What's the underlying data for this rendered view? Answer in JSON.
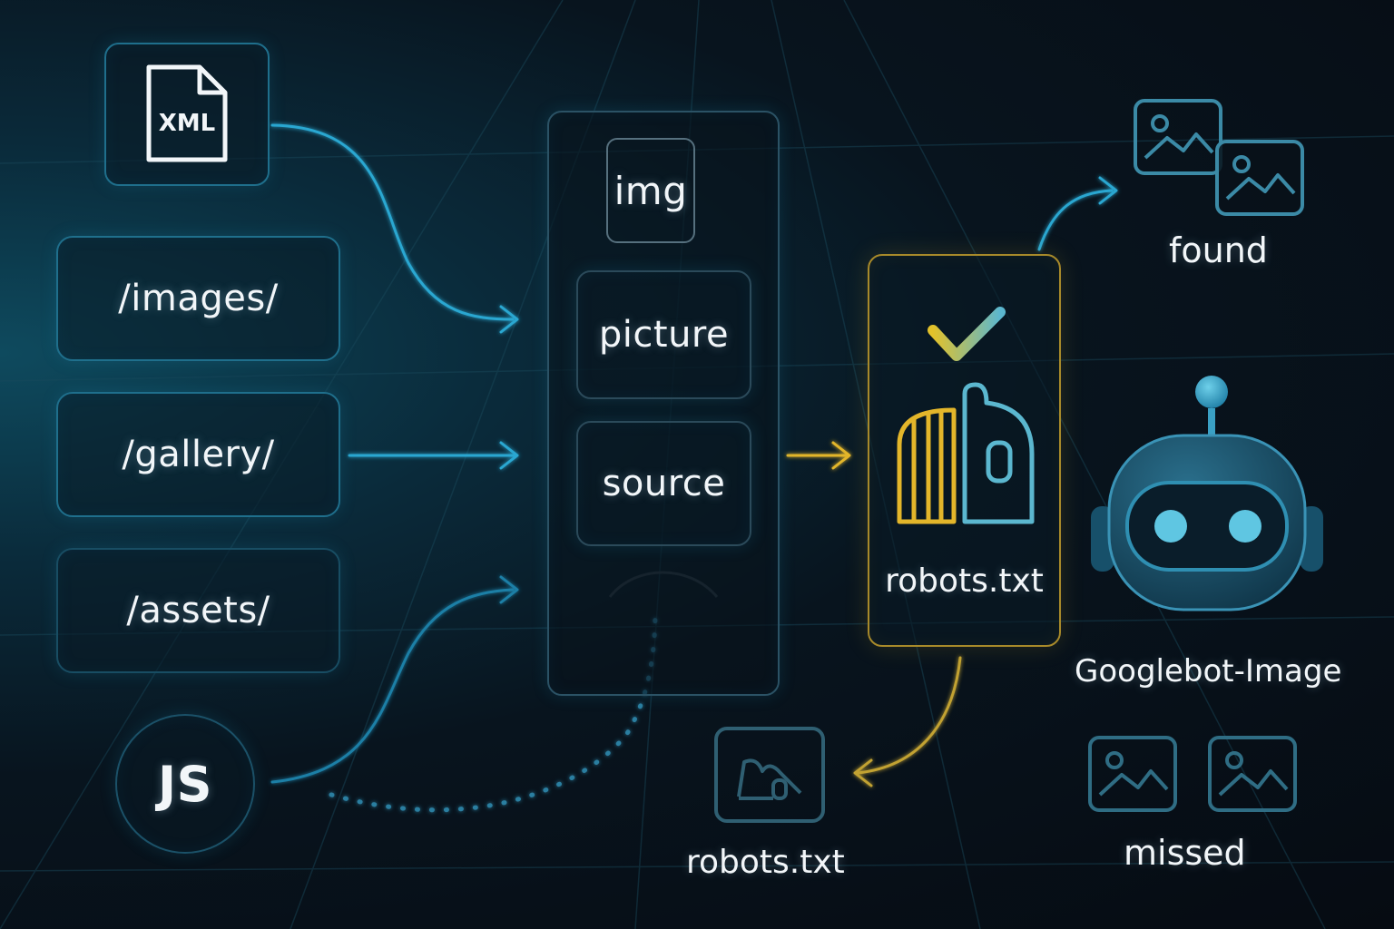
{
  "sources": {
    "xml_label": "XML",
    "images_label": "/images/",
    "gallery_label": "/gallery/",
    "assets_label": "/assets/",
    "js_label": "JS"
  },
  "elements": {
    "img_label": "img",
    "picture_label": "picture",
    "source_label": "source"
  },
  "gate": {
    "robots_label": "robots.txt"
  },
  "outcomes": {
    "found_label": "found",
    "bot_label": "Googlebot-Image",
    "missed_label": "missed",
    "blocked_label": "robots.txt"
  },
  "colors": {
    "accent_cyan": "#2aa7d1",
    "accent_yellow": "#e3b62a",
    "node_border": "#1f6f8c"
  },
  "icons": [
    "xml-file-icon",
    "check-icon",
    "robot-icon",
    "image-icon",
    "blocked-image-icon"
  ]
}
